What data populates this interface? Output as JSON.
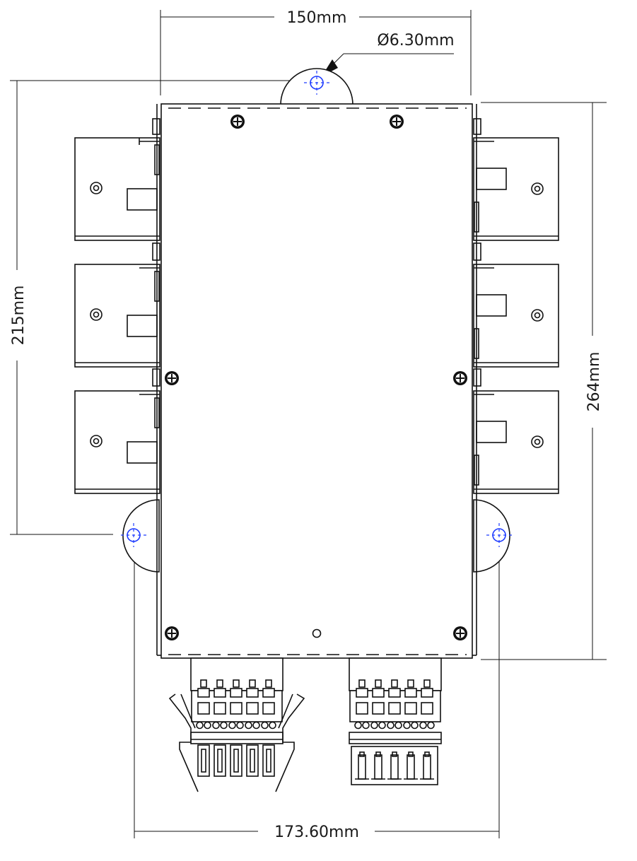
{
  "dimensions": {
    "top_width": "150mm",
    "hole_diameter": "Ø6.30mm",
    "left_height": "215mm",
    "right_height": "264mm",
    "bottom_width": "173.60mm"
  }
}
